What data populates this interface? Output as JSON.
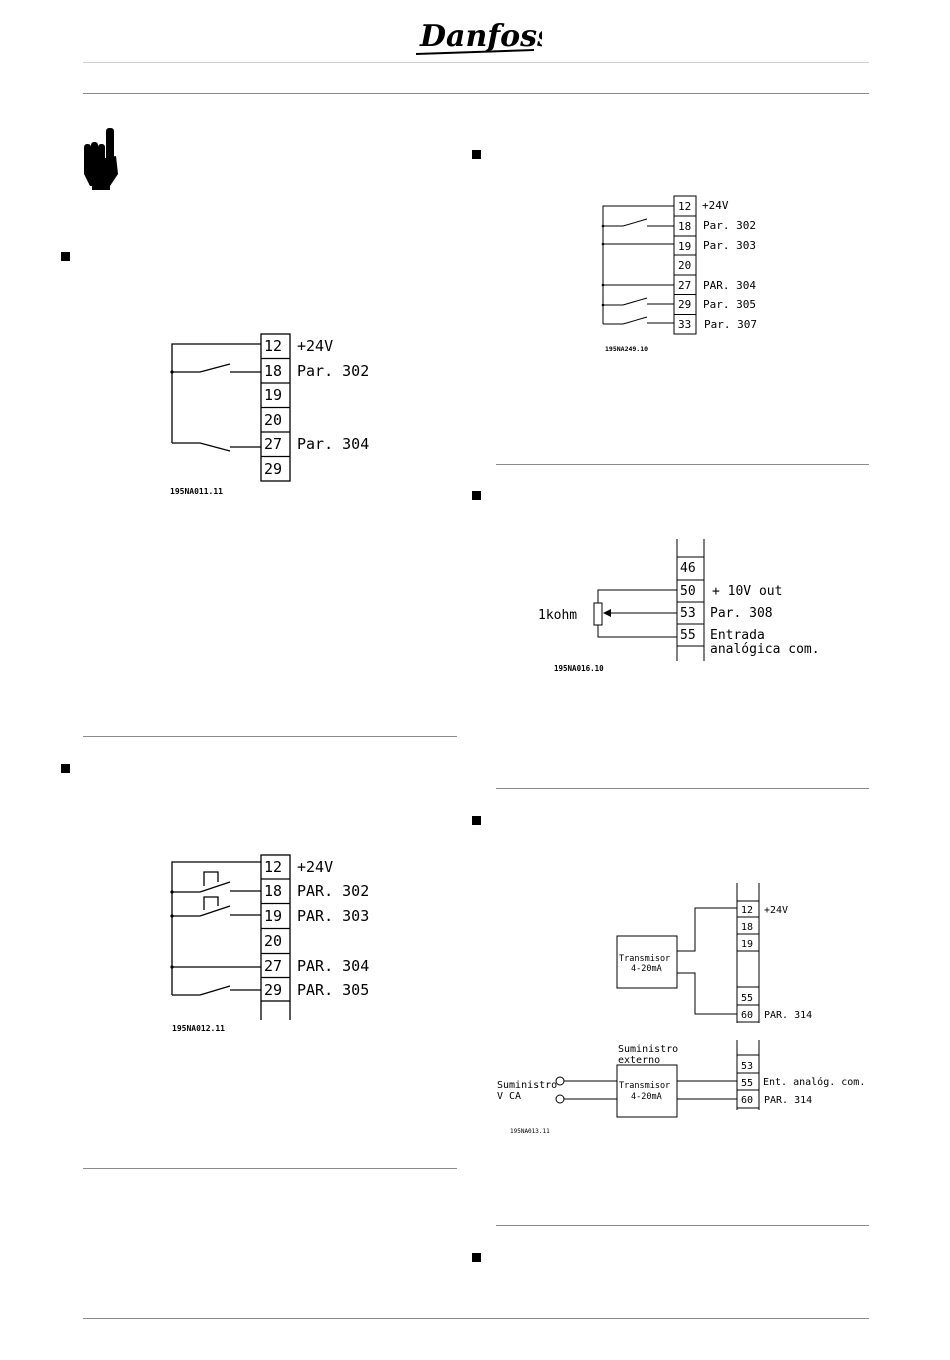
{
  "header": {
    "brand": "Danfoss"
  },
  "figures": {
    "fig1": {
      "code": "195NA011.11",
      "terminals": [
        "12",
        "18",
        "19",
        "20",
        "27",
        "29"
      ],
      "labels": {
        "t12": "+24V",
        "t18": "Par. 302",
        "t27": "Par. 304"
      }
    },
    "fig2": {
      "code": "195NA012.11",
      "terminals": [
        "12",
        "18",
        "19",
        "20",
        "27",
        "29"
      ],
      "labels": {
        "t12": "+24V",
        "t18": "PAR. 302",
        "t19": "PAR. 303",
        "t27": "PAR. 304",
        "t29": "PAR. 305"
      }
    },
    "fig3": {
      "code": "195NA249.10",
      "terminals": [
        "12",
        "18",
        "19",
        "20",
        "27",
        "29",
        "33"
      ],
      "labels": {
        "t12": "+24V",
        "t18": "Par. 302",
        "t19": "Par. 303",
        "t27": "PAR. 304",
        "t29": "Par. 305",
        "t33": "Par. 307"
      }
    },
    "fig4": {
      "code": "195NA016.10",
      "terminals": [
        "46",
        "50",
        "53",
        "55"
      ],
      "labels": {
        "t50": "+ 10V out",
        "t53": "Par. 308",
        "t55a": "Entrada",
        "t55b": "analógica com.",
        "resistor": "1kohm"
      }
    },
    "fig5": {
      "code": "195NA013.11",
      "terminals_top": [
        "12",
        "18",
        "19",
        "55",
        "60"
      ],
      "terminals_bottom": [
        "53",
        "55",
        "60"
      ],
      "labels": {
        "t12": "+24V",
        "t60a": "PAR. 314",
        "transmitter1a": "Transmisor",
        "transmitter1b": "4-20mA",
        "supply_ext_a": "Suministro",
        "supply_ext_b": "externo",
        "transmitter2a": "Transmisor",
        "transmitter2b": "4-20mA",
        "supply_vca_a": "Suministro",
        "supply_vca_b": "V CA",
        "t55b": "Ent. analóg. com.",
        "t60b": "PAR. 314"
      }
    }
  }
}
